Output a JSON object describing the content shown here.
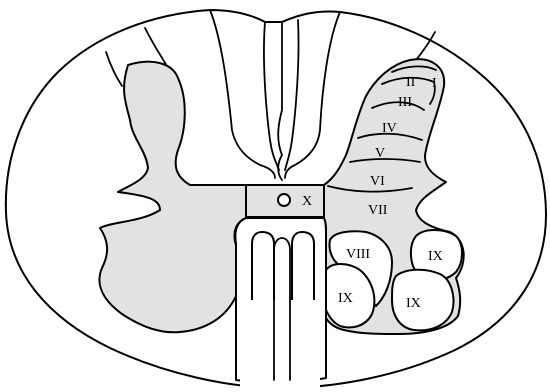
{
  "diagram": {
    "fill_color": "#e2e2e2",
    "stroke_color": "#000000",
    "labels": {
      "I": "I",
      "II": "II",
      "III": "III",
      "IV": "IV",
      "V": "V",
      "VI": "VI",
      "VII": "VII",
      "VIII": "VIII",
      "IX_left": "IX",
      "IX_right_upper": "IX",
      "IX_right_lower": "IX",
      "X": "X"
    }
  }
}
